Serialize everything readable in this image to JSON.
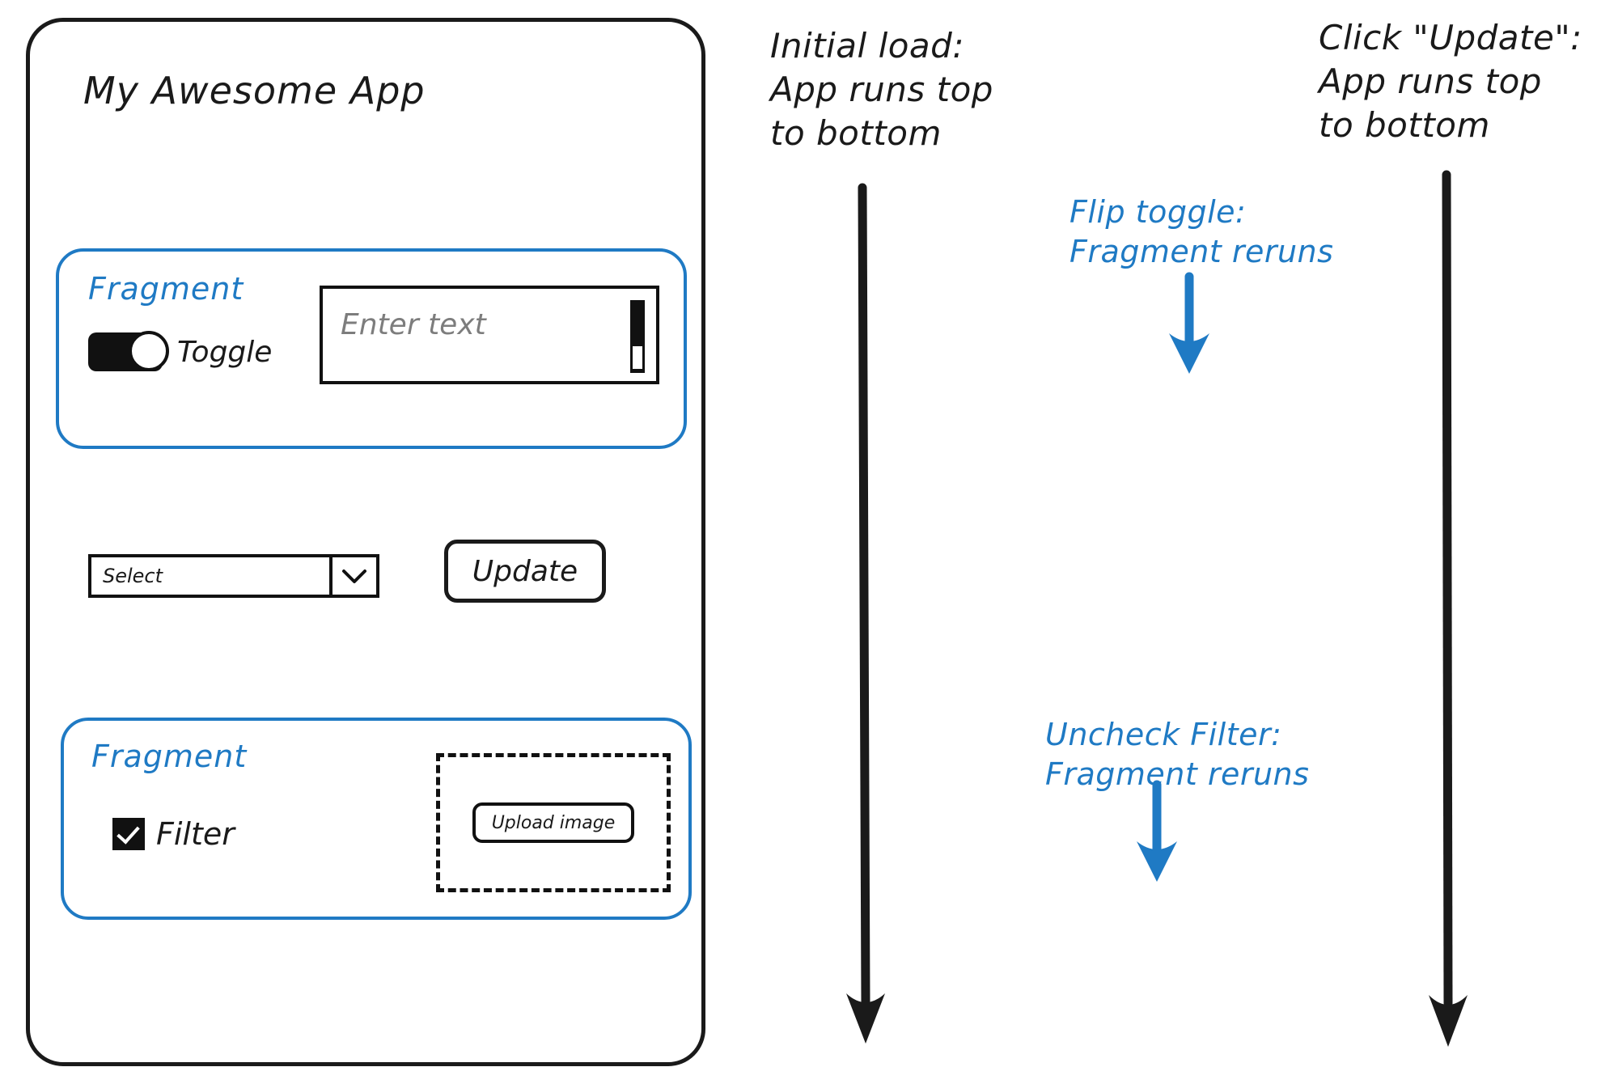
{
  "app": {
    "title": "My Awesome App",
    "fragment_1": {
      "label": "Fragment",
      "toggle": {
        "label": "Toggle",
        "state": "on",
        "icon": "toggle-switch-icon"
      },
      "text_input": {
        "placeholder": "Enter text",
        "value": "",
        "caret_icon": "text-caret-icon"
      }
    },
    "controls": {
      "select": {
        "value": "Select",
        "chevron_icon": "chevron-down-icon"
      },
      "update_button": "Update"
    },
    "fragment_2": {
      "label": "Fragment",
      "filter": {
        "label": "Filter",
        "checked": true,
        "icon": "checkbox-checked-icon"
      },
      "dropzone": {
        "upload_button": "Upload image"
      }
    }
  },
  "annotations": {
    "initial_load": "Initial load:\nApp runs top\nto bottom",
    "click_update": "Click \"Update\":\nApp runs top\nto bottom",
    "flip_toggle": "Flip toggle:\nFragment reruns",
    "uncheck_filter": "Uncheck Filter:\nFragment reruns"
  },
  "colors": {
    "accent_blue": "#1f7ac4",
    "ink_black": "#1a1a1a",
    "placeholder_gray": "#7d7d7d",
    "page_background": "#ffffff"
  }
}
